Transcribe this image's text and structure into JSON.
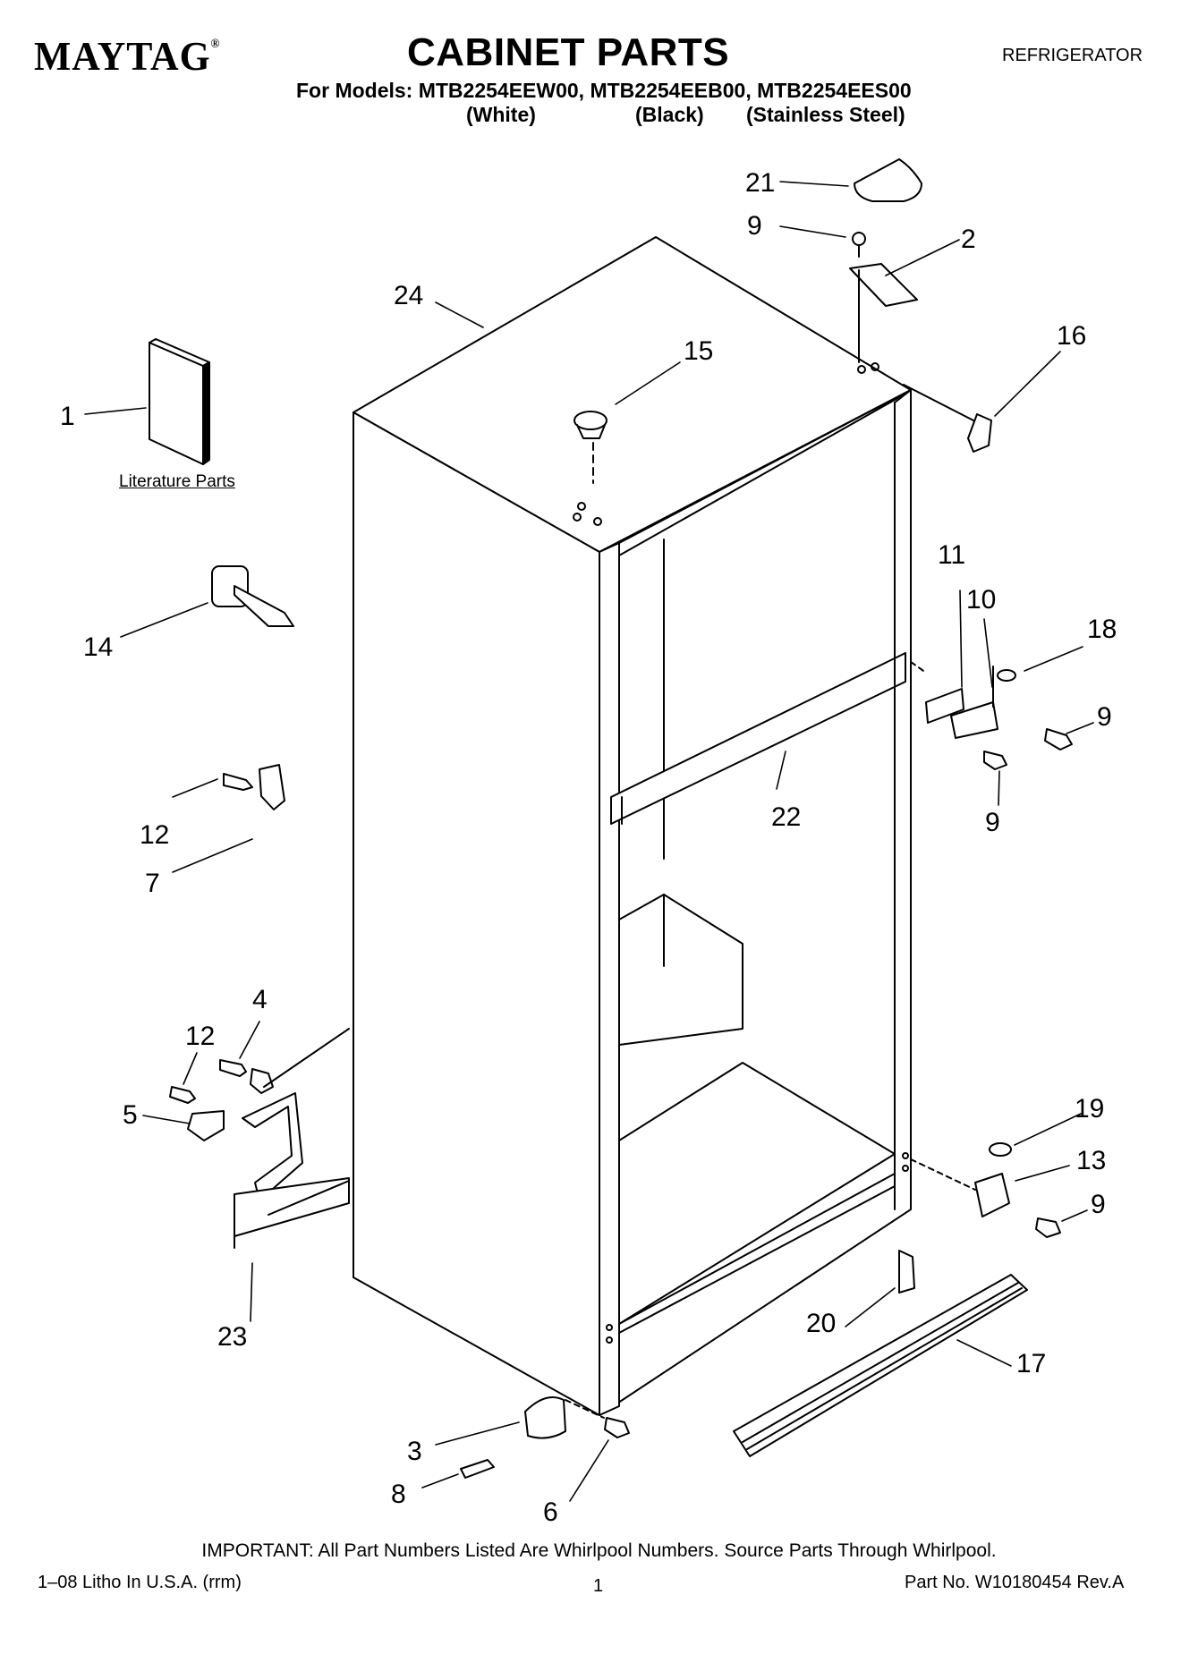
{
  "header": {
    "brand": "MAYTAG",
    "brand_mark": "®",
    "title": "CABINET PARTS",
    "category": "REFRIGERATOR",
    "models_line": "For Models: MTB2254EEW00, MTB2254EEB00, MTB2254EES00",
    "variants": [
      "(White)",
      "(Black)",
      "(Stainless Steel)"
    ]
  },
  "diagram": {
    "literature_label": "Literature Parts",
    "callouts": {
      "c1": "1",
      "c2": "2",
      "c3": "3",
      "c4": "4",
      "c5": "5",
      "c6": "6",
      "c7": "7",
      "c8": "8",
      "c9a": "9",
      "c9b": "9",
      "c9c": "9",
      "c9d": "9",
      "c10": "10",
      "c11": "11",
      "c12a": "12",
      "c12b": "12",
      "c13": "13",
      "c14": "14",
      "c15": "15",
      "c16": "16",
      "c17": "17",
      "c18": "18",
      "c19": "19",
      "c20": "20",
      "c21": "21",
      "c22": "22",
      "c23": "23",
      "c24": "24"
    }
  },
  "footer": {
    "important": "IMPORTANT: All Part Numbers Listed Are Whirlpool Numbers. Source Parts Through Whirlpool.",
    "litho": "1–08 Litho In U.S.A. (rrm)",
    "page": "1",
    "part_no": "Part No. W10180454 Rev.A"
  }
}
